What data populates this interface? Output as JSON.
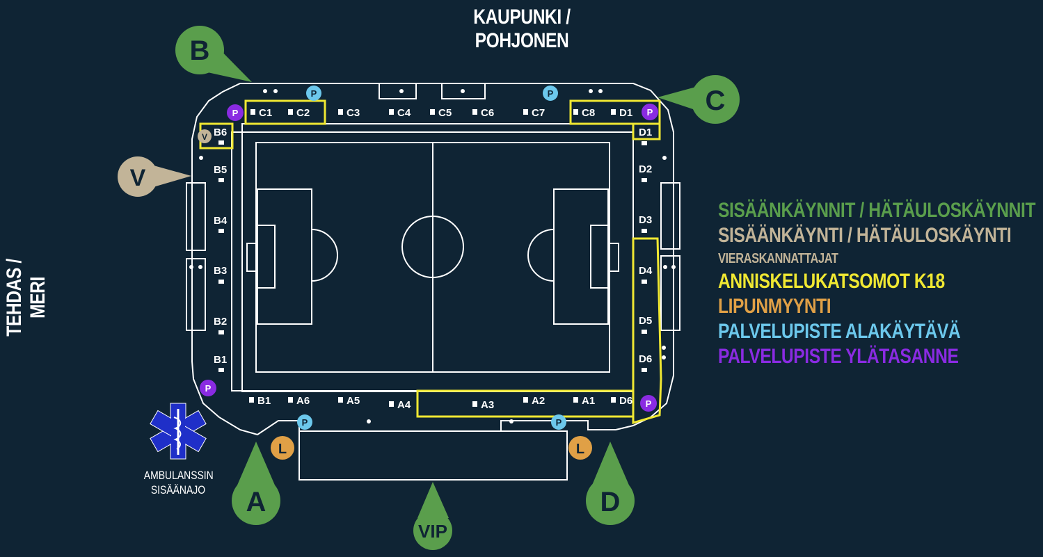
{
  "compass": {
    "north": "KAUPUNKI / POHJONEN",
    "west": "TEHDAS / MERI"
  },
  "legend": [
    {
      "label": "SISÄÄNKÄYNNIT / HÄTÄULOSKÄYNNIT",
      "color": "#5a9e4c"
    },
    {
      "label": "SISÄÄNKÄYNTI / HÄTÄULOSKÄYNTI",
      "color": "#c2b498"
    },
    {
      "label": "VIERASKANNATTAJAT",
      "color": "#c2b498"
    },
    {
      "label": "ANNISKELUKATSOMOT K18",
      "color": "#f0e832"
    },
    {
      "label": "LIPUNMYYNTI",
      "color": "#e0a046"
    },
    {
      "label": "PALVELUPISTE ALAKÄYTÄVÄ",
      "color": "#6cc8ec"
    },
    {
      "label": "PALVELUPISTE YLÄTASANNE",
      "color": "#8a2be2"
    }
  ],
  "gates": {
    "A": "A",
    "B": "B",
    "C": "C",
    "D": "D",
    "V": "V",
    "VIP": "VIP"
  },
  "markers": {
    "ticket": "L",
    "service_lower": "P",
    "service_upper": "P",
    "visitor": "V"
  },
  "sections": {
    "north": [
      "C1",
      "C2",
      "C3",
      "C4",
      "C5",
      "C6",
      "C7",
      "C8",
      "D1"
    ],
    "east": [
      "D1",
      "D2",
      "D3",
      "D4",
      "D5",
      "D6"
    ],
    "west": [
      "B6",
      "B5",
      "B4",
      "B3",
      "B2",
      "B1"
    ],
    "south": [
      "B1",
      "A6",
      "A5",
      "A4",
      "A3",
      "A2",
      "A1",
      "D6"
    ]
  },
  "ambulance": {
    "line1": "AMBULANSSIN",
    "line2": "SISÄÄNAJO"
  },
  "colors": {
    "background": "#0f2434",
    "line": "#ffffff",
    "green": "#5a9e4c",
    "tan": "#c2b498",
    "yellow": "#f0e832",
    "orange": "#e0a046",
    "lightblue": "#6cc8ec",
    "purple": "#8a2be2",
    "blue": "#1f2fc8"
  }
}
